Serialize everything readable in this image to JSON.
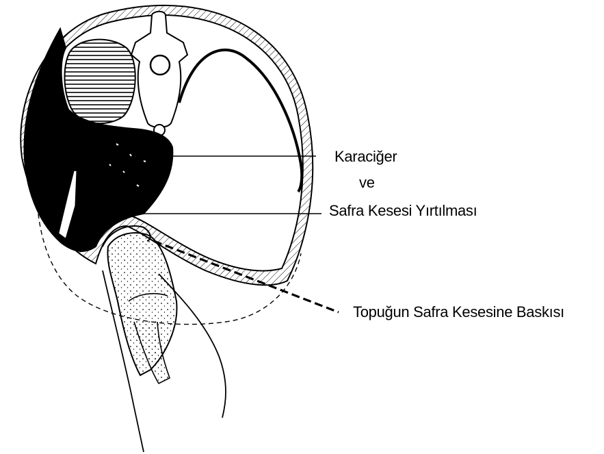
{
  "labels": {
    "liver_line1": "Karaciğer",
    "liver_line2": "ve",
    "liver_line3": "Safra Kesesi Yırtılması",
    "heel_pressure": "Topuğun Safra Kesesine Baskısı"
  },
  "colors": {
    "ink": "#000000",
    "paper": "#ffffff"
  }
}
